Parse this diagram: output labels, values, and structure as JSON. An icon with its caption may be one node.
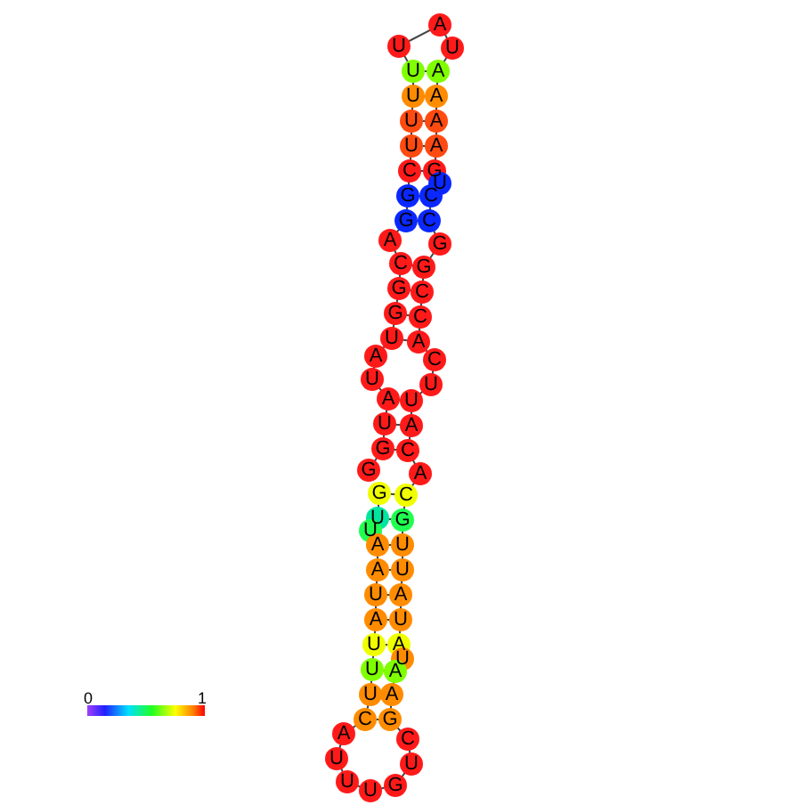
{
  "diagram": {
    "labels": [
      "A",
      "U",
      "U",
      "U",
      "A",
      "U",
      "A",
      "U",
      "A",
      "U",
      "A",
      "C",
      "G",
      "U",
      "G",
      "C",
      "G",
      "C",
      "A",
      "G",
      "C",
      "G",
      "G",
      "C",
      "G",
      "C",
      "U",
      "A",
      "A",
      "C",
      "U",
      "U",
      "A",
      "U",
      "U",
      "A",
      "G",
      "C",
      "G",
      "A",
      "G",
      "C",
      "U",
      "G",
      "U",
      "A",
      "U",
      "A",
      "U",
      "U",
      "A",
      "A",
      "U",
      "U",
      "A",
      "U",
      "U",
      "A",
      "U",
      "A",
      "C",
      "G",
      "A",
      "C",
      "U",
      "U",
      "U",
      "U",
      "G",
      "0",
      "1"
    ]
  }
}
